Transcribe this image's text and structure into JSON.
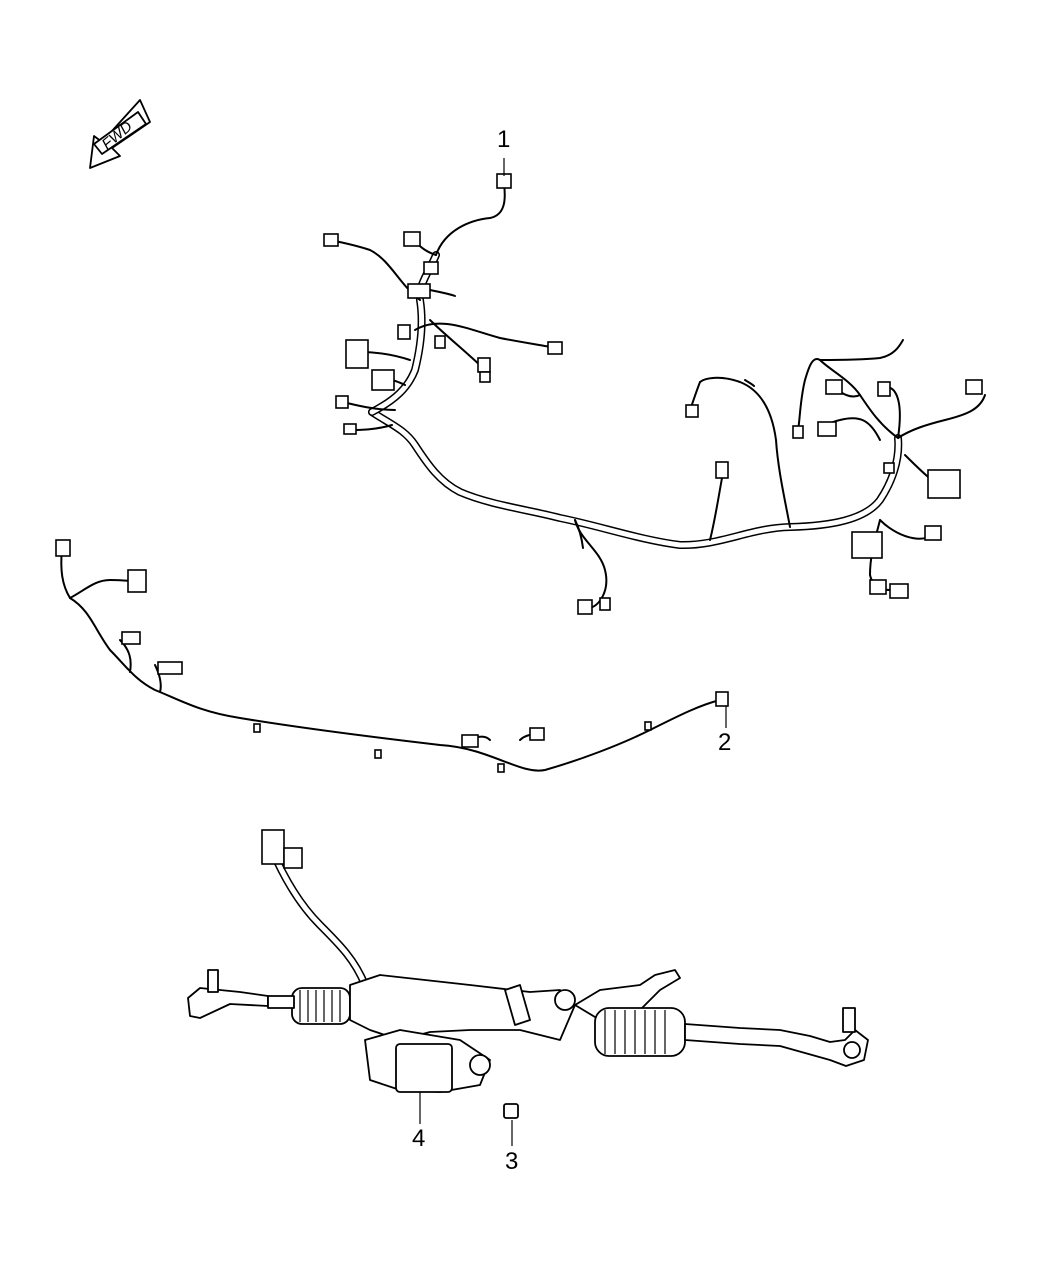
{
  "orientation": {
    "arrow_label": "FWD"
  },
  "callouts": [
    {
      "id": "1",
      "label": "1"
    },
    {
      "id": "2",
      "label": "2"
    },
    {
      "id": "3",
      "label": "3"
    },
    {
      "id": "4",
      "label": "4"
    }
  ]
}
